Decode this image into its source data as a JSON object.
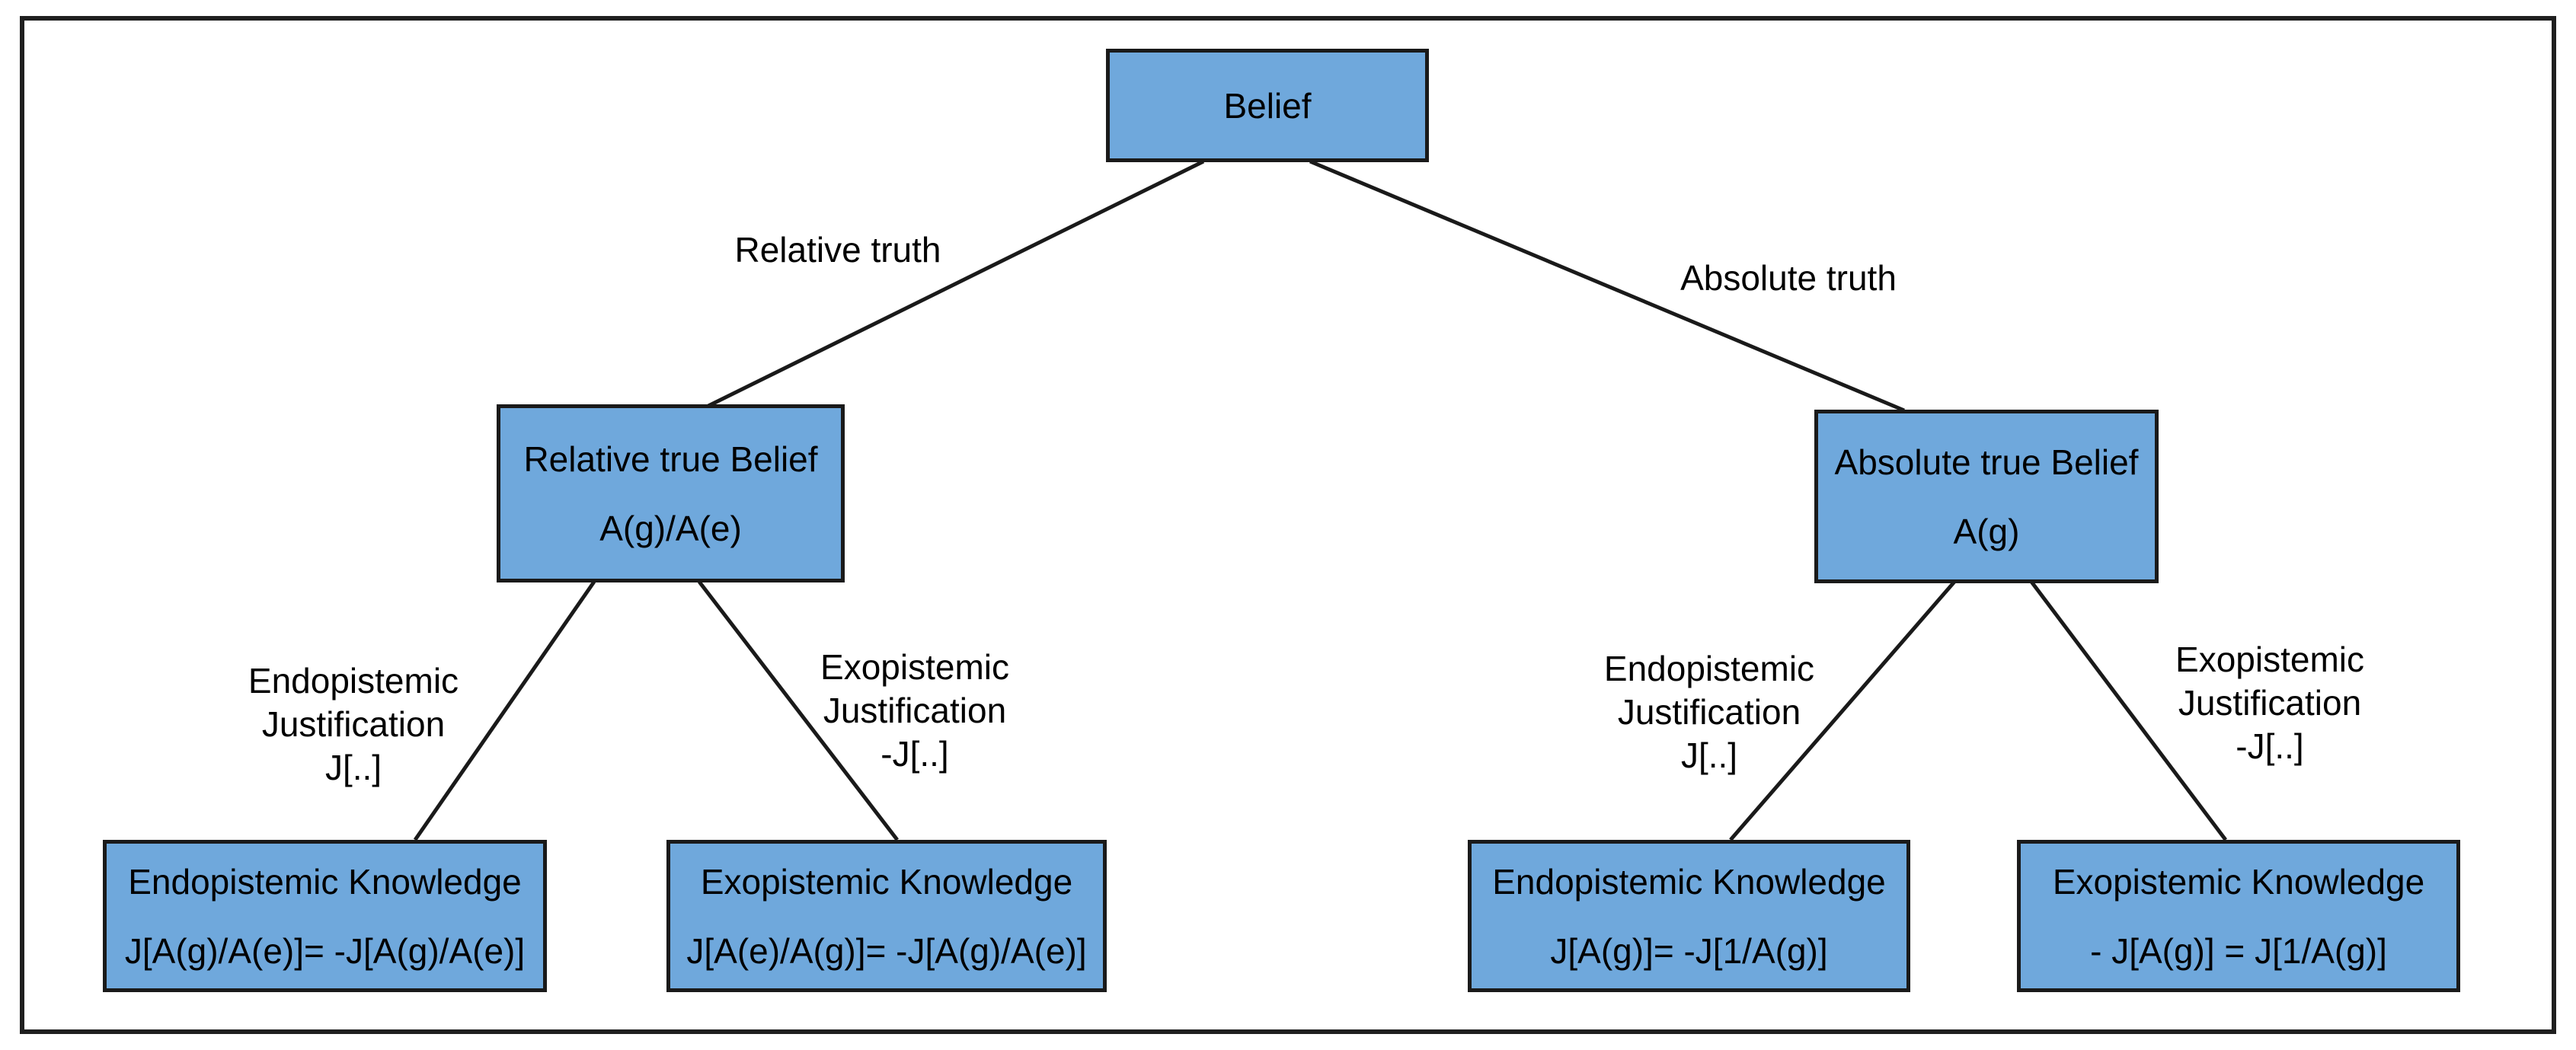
{
  "diagram": {
    "colors": {
      "node_fill": "#6fa8dc",
      "node_border": "#1a1a1a",
      "connector_line": "#1a1a1a",
      "frame_border": "#1f1f1f",
      "background": "#ffffff"
    },
    "nodes": {
      "belief": {
        "title": "Belief"
      },
      "relative_true_belief": {
        "title": "Relative true Belief",
        "formula": "A(g)/A(e)"
      },
      "absolute_true_belief": {
        "title": "Absolute true Belief",
        "formula": "A(g)"
      },
      "endopistemic_knowledge_left": {
        "title": "Endopistemic Knowledge",
        "formula": "J[A(g)/A(e)]= -J[A(g)/A(e)]"
      },
      "exopistemic_knowledge_left": {
        "title": "Exopistemic Knowledge",
        "formula": "J[A(e)/A(g)]= -J[A(g)/A(e)]"
      },
      "endopistemic_knowledge_right": {
        "title": "Endopistemic Knowledge",
        "formula": "J[A(g)]= -J[1/A(g)]"
      },
      "exopistemic_knowledge_right": {
        "title": "Exopistemic Knowledge",
        "formula": "- J[A(g)] = J[1/A(g)]"
      }
    },
    "edge_labels": {
      "relative_truth": "Relative truth",
      "absolute_truth": "Absolute truth",
      "endopistemic_justification_left": {
        "line1": "Endopistemic",
        "line2": "Justification",
        "line3": "J[..]"
      },
      "exopistemic_justification_left": {
        "line1": "Exopistemic",
        "line2": "Justification",
        "line3": "-J[..]"
      },
      "endopistemic_justification_right": {
        "line1": "Endopistemic",
        "line2": "Justification",
        "line3": "J[..]"
      },
      "exopistemic_justification_right": {
        "line1": "Exopistemic",
        "line2": "Justification",
        "line3": "-J[..]"
      }
    }
  }
}
